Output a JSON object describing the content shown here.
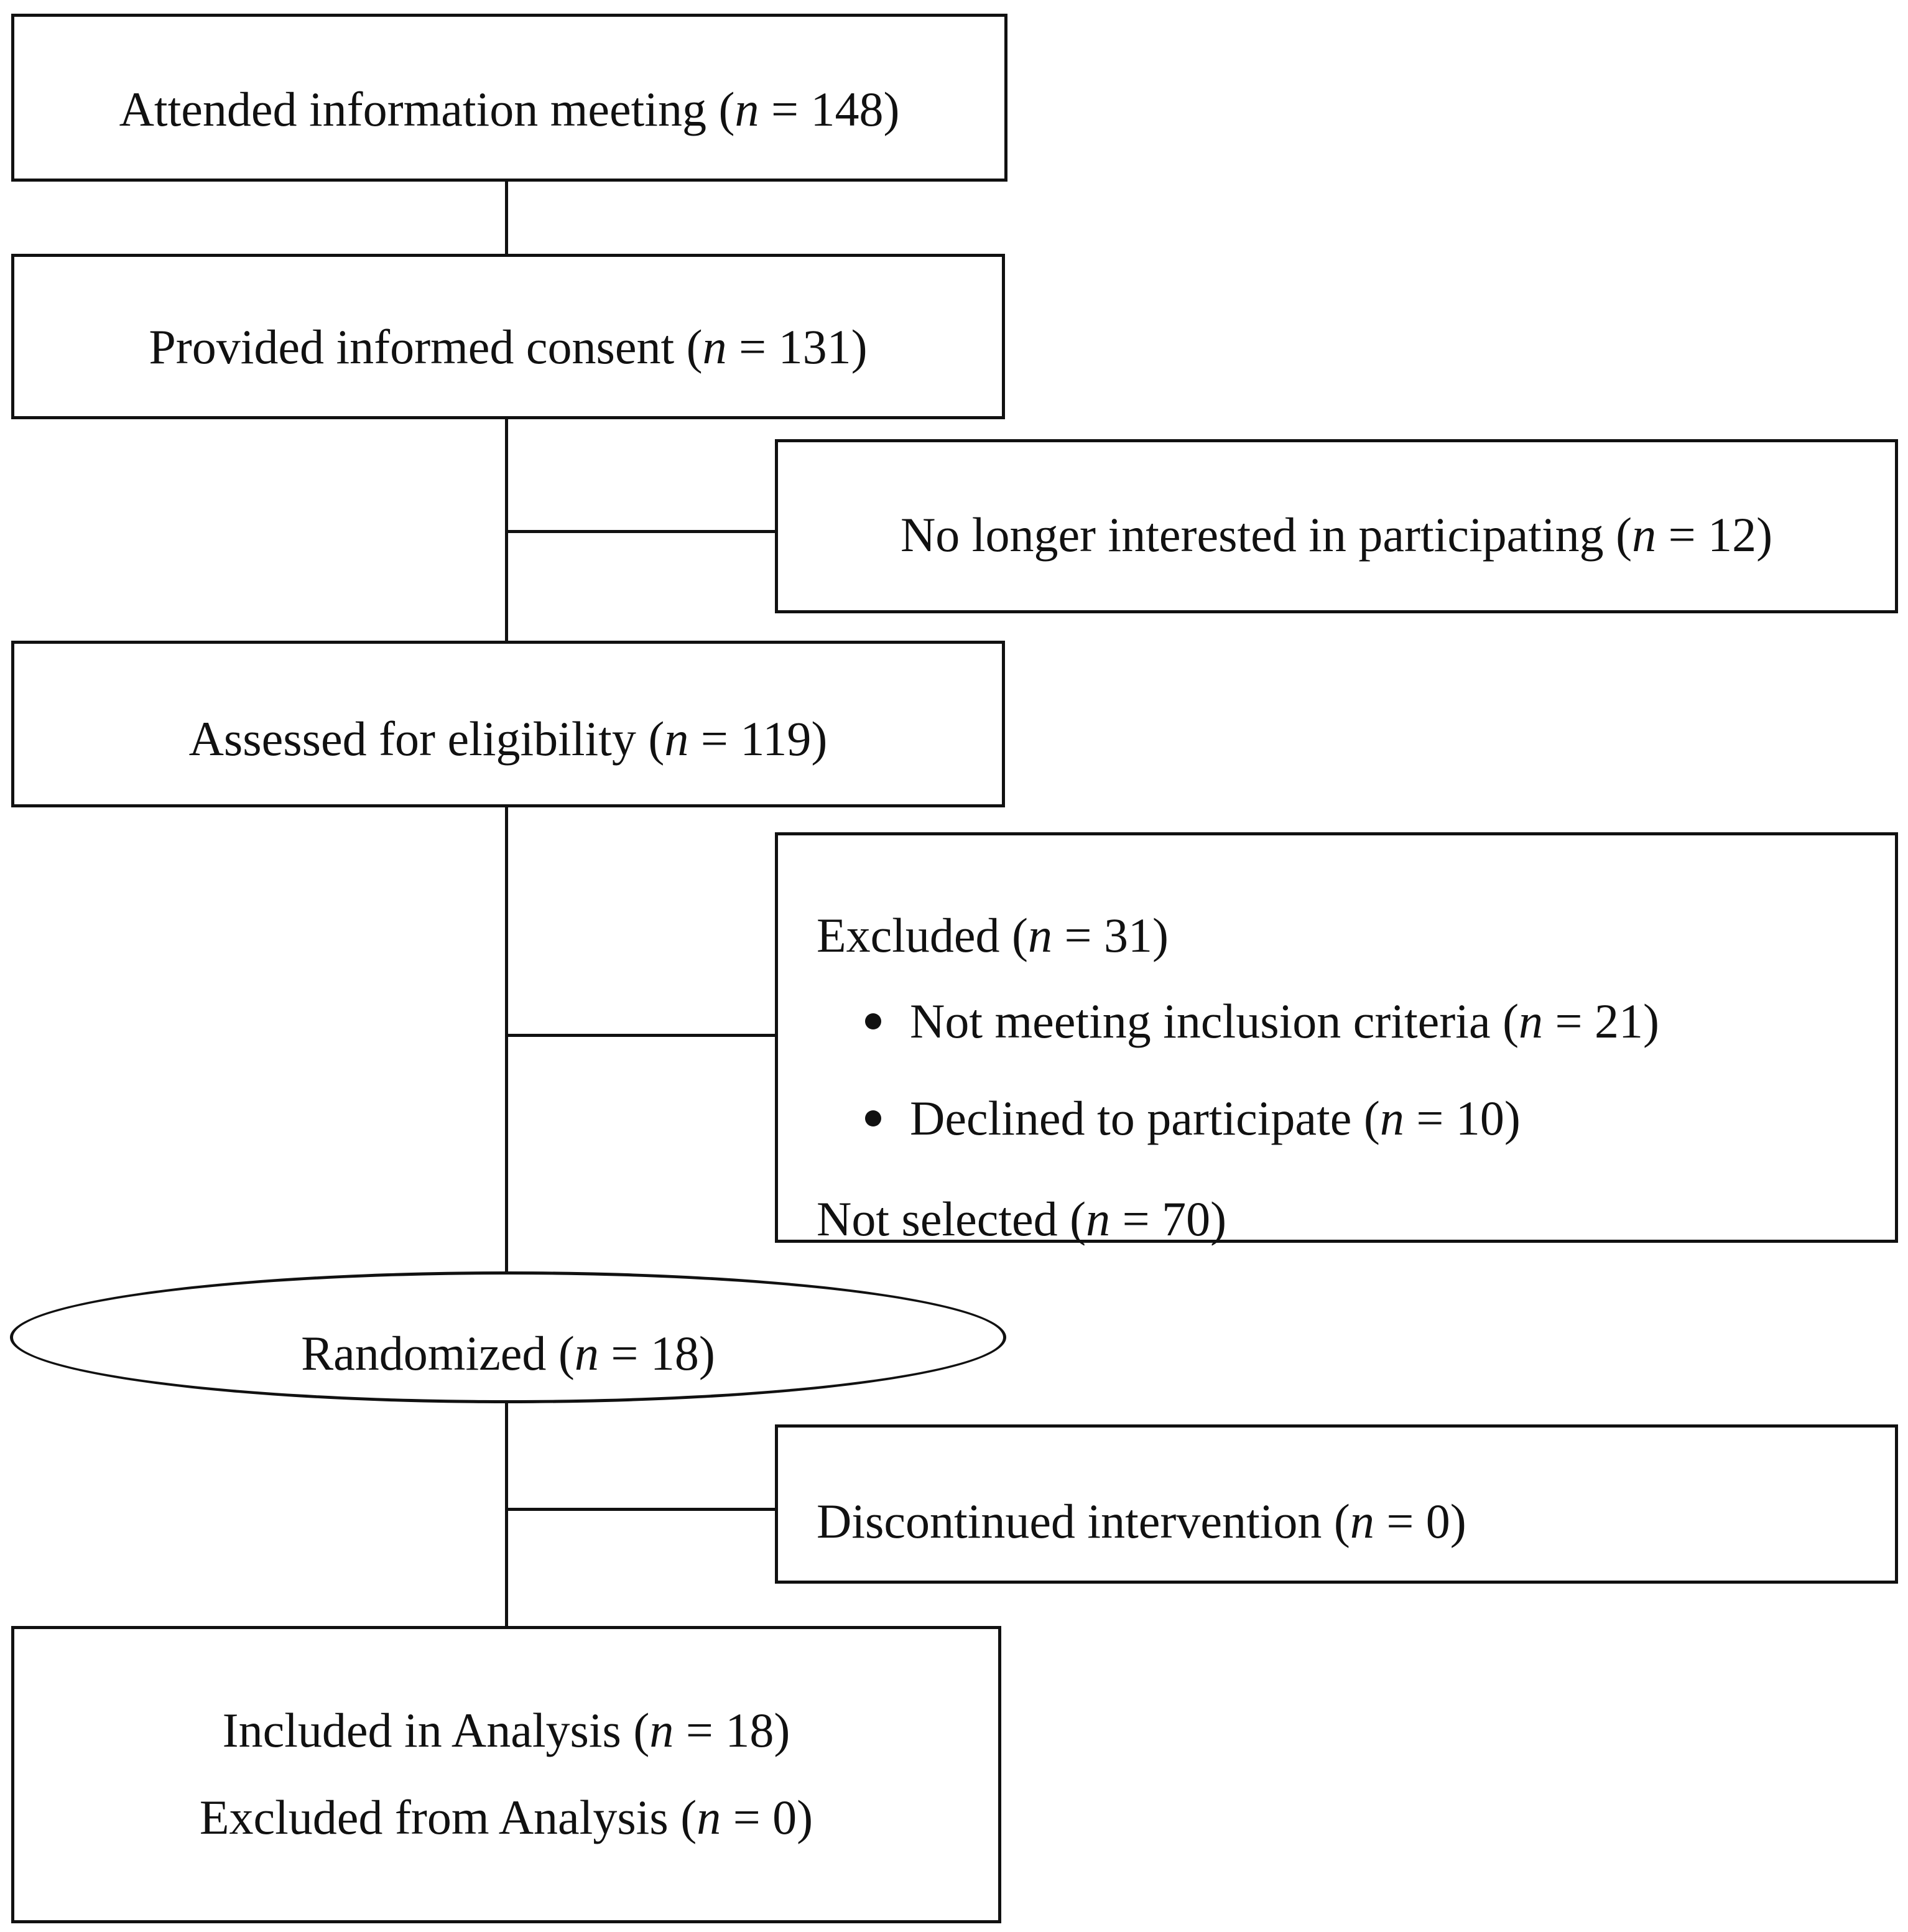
{
  "flowchart": {
    "attended": {
      "label": "Attended information meeting (",
      "n": "n",
      "count": " = 148)"
    },
    "consent": {
      "label": "Provided informed consent (",
      "n": "n",
      "count": " = 131)"
    },
    "no_longer_interested": {
      "label": "No longer interested in participating (",
      "n": "n",
      "count": " = 12)"
    },
    "assessed": {
      "label": "Assessed for eligibility (",
      "n": "n",
      "count": " = 119)"
    },
    "excluded": {
      "label": "Excluded (",
      "n": "n",
      "count": " = 31)",
      "reasons": [
        {
          "label": "Not meeting inclusion criteria (",
          "n": "n",
          "count": " = 21)"
        },
        {
          "label": "Declined to participate (",
          "n": "n",
          "count": " = 10)"
        }
      ],
      "not_selected": {
        "label": "Not selected (",
        "n": "n",
        "count": " = 70)"
      }
    },
    "randomized": {
      "label": "Randomized (",
      "n": "n",
      "count": " = 18)"
    },
    "discontinued": {
      "label": "Discontinued intervention (",
      "n": "n",
      "count": " = 0)"
    },
    "analysis": {
      "included": {
        "label": "Included in Analysis (",
        "n": "n",
        "count": " = 18)"
      },
      "excluded": {
        "label": "Excluded from Analysis (",
        "n": "n",
        "count": " = 0)"
      }
    }
  }
}
